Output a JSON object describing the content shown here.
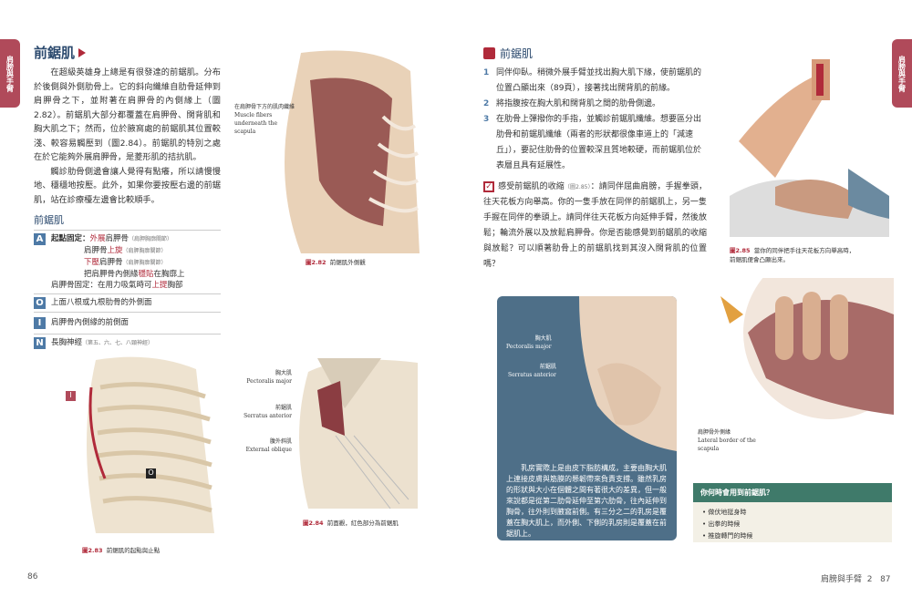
{
  "side_tab": "肩膀與手臂",
  "left_page": {
    "title": "前鋸肌",
    "paragraphs": [
      "在超級英雄身上總是有很發達的前鋸肌。分布於後側與外側肋骨上。它的斜向纖維自肋骨延伸到肩胛骨之下，並附著在肩胛骨的內側緣上（圖2.82）。前鋸肌大部分都覆蓋在肩胛骨、闊背肌和胸大肌之下；然而，位於腋窩處的前鋸肌其位置較淺、較容易觸壓到（圖2.84）。前鋸肌的特別之處在於它能夠外展肩胛骨，是菱形肌的拮抗肌。",
      "觸診肋骨側邊會讓人覺得有點癢，所以請慢慢地、穩穩地按壓。此外，如果你要按壓右邊的前鋸肌，站在診療檯左邊會比較順手。"
    ],
    "subtitle": "前鋸肌",
    "aoin": {
      "A": {
        "l1": "起點固定：",
        "l1r": "外展",
        "l1b": "肩胛骨",
        "l1s": "（肩胛胸廓關節）",
        "l2a": "肩胛骨",
        "l2r": "上旋",
        "l2s": "（肩胛胸廓關節）",
        "l3r": "下壓",
        "l3b": "肩胛骨",
        "l3s": "（肩胛胸廓關節）",
        "l4a": "把肩胛骨內側緣",
        "l4r": "穩貼",
        "l4b": "在胸廓上",
        "l5a": "肩胛骨固定：在用力吸氣時可",
        "l5r": "上提",
        "l5b": "胸部"
      },
      "O": "上面八根或九根肋骨的外側面",
      "I": "肩胛骨內側緣的前側面",
      "N": "長胸神經",
      "N_small": "（第五、六、七、八頸神經）"
    },
    "fig82": {
      "label_zh": "在肩胛骨下方的肌肉纖維",
      "label_en": "Muscle fibers underneath the scapula",
      "num": "圖2.82",
      "caption": "前鋸肌外側觀"
    },
    "fig83": {
      "num": "圖2.83",
      "caption": "前鋸肌的起點與止點",
      "tag_i": "I",
      "tag_o": "O"
    },
    "fig84": {
      "l1_zh": "胸大肌",
      "l1_en": "Pectoralis major",
      "l2_zh": "前鋸肌",
      "l2_en": "Serratus anterior",
      "l3_zh": "腹外斜肌",
      "l3_en": "External oblique",
      "num": "圖2.84",
      "caption": "前面觀，紅色部分為前鋸肌"
    },
    "page_number": "86"
  },
  "right_page": {
    "title": "前鋸肌",
    "steps": [
      {
        "n": "1",
        "text": "同伴仰臥。稍微外展手臂並找出胸大肌下緣，使前鋸肌的位置凸顯出來（89頁），接著找出闊背肌的前緣。"
      },
      {
        "n": "2",
        "text": "將指腹按在胸大肌和闊背肌之間的肋骨側邊。"
      },
      {
        "n": "3",
        "text": "在肋骨上彈撥你的手指，並觸診前鋸肌纖維。想要區分出肋骨和前鋸肌纖維（兩者的形狀都很像車道上的「減速丘」），要記住肋骨的位置較深且質地較硬，而前鋸肌位於表層且具有延展性。"
      }
    ],
    "check": {
      "lead": "感受前鋸肌的收縮",
      "ref": "（圖2.85）",
      "text": "：請同伴屈曲肩膀，手握拳頭，往天花板方向舉高。你的一隻手放在同伴的前鋸肌上，另一隻手握在同伴的拳頭上。請同伴往天花板方向延伸手臂，然後放鬆；輪流外展以及放鬆肩胛骨。你是否能感覺到前鋸肌的收縮與放鬆？可以順著肋骨上的前鋸肌找到其沒入闊背肌的位置嗎？"
    },
    "fig85": {
      "num": "圖2.85",
      "caption": "當你的同伴把手往天花板方向舉高時，前鋸肌便會凸顯出來。"
    },
    "bluebox": {
      "l1_zh": "胸大肌",
      "l1_en": "Pectoralis major",
      "l2_zh": "前鋸肌",
      "l2_en": "Serratus anterior",
      "text": "乳房實際上是由皮下脂肪構成，主要由胸大肌上連接皮膚與筋膜的懸韌帶來負責支撐。雖然乳房的形狀與大小在個體之間有著很大的差異，但一般來說都是從第二肋骨延伸至第六肋骨，往內延伸到胸骨，往外則到腋窩前側。有三分之二的乳房是覆蓋在胸大肌上，而外側、下側的乳房則是覆蓋在前鋸肌上。"
    },
    "scapula_label": {
      "zh": "肩胛骨外側緣",
      "en": "Lateral border of the scapula"
    },
    "usage": {
      "title": "你何時會用到前鋸肌？",
      "items": [
        "做伏地挺身時",
        "出拳的時候",
        "推旋轉門的時候"
      ]
    },
    "footer_section": "肩膀與手臂",
    "footer_chapter": "2",
    "page_number": "87"
  }
}
